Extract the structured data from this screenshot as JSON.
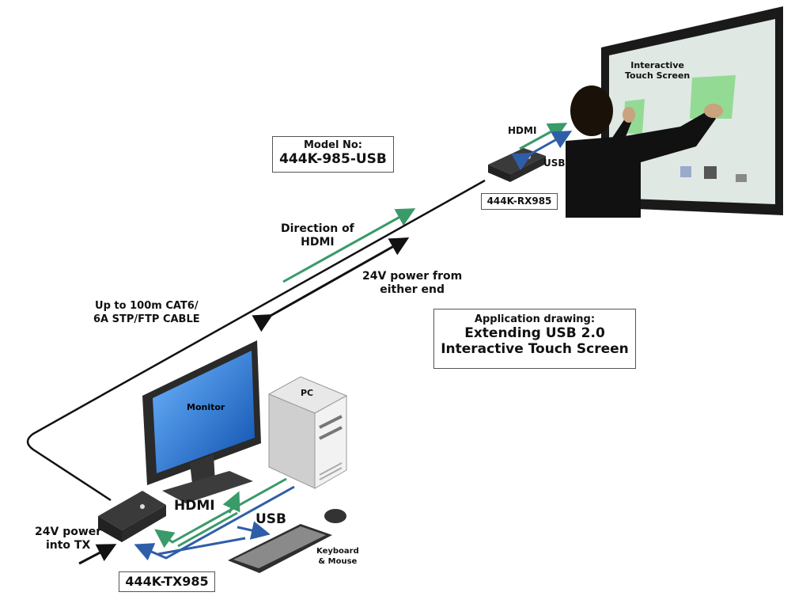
{
  "model_box": {
    "line1": "Model No:",
    "line2": "444K-985-USB"
  },
  "rx_label": "444K-RX985",
  "tx_label": "444K-TX985",
  "app_box": {
    "line1": "Application drawing:",
    "line2": "Extending USB 2.0",
    "line3": "Interactive Touch Screen"
  },
  "screen_label": {
    "line1": "Interactive",
    "line2": "Touch Screen"
  },
  "rx_hdmi": "HDMI",
  "rx_usb": "USB",
  "direction": {
    "line1": "Direction of",
    "line2": "HDMI"
  },
  "power_either": {
    "line1": "24V power from",
    "line2": "either end"
  },
  "cable": {
    "line1": "Up to 100m CAT6/",
    "line2": "6A STP/FTP CABLE"
  },
  "monitor_label": "Monitor",
  "pc_label": "PC",
  "tx_hdmi": "HDMI",
  "tx_usb": "USB",
  "keyboard": {
    "line1": "Keyboard",
    "line2": "& Mouse"
  },
  "power_tx": {
    "line1": "24V power",
    "line2": "into TX"
  },
  "colors": {
    "hdmi_arrow": "#3a9a6a",
    "usb_arrow": "#2f5ea8",
    "cable": "#111111"
  }
}
